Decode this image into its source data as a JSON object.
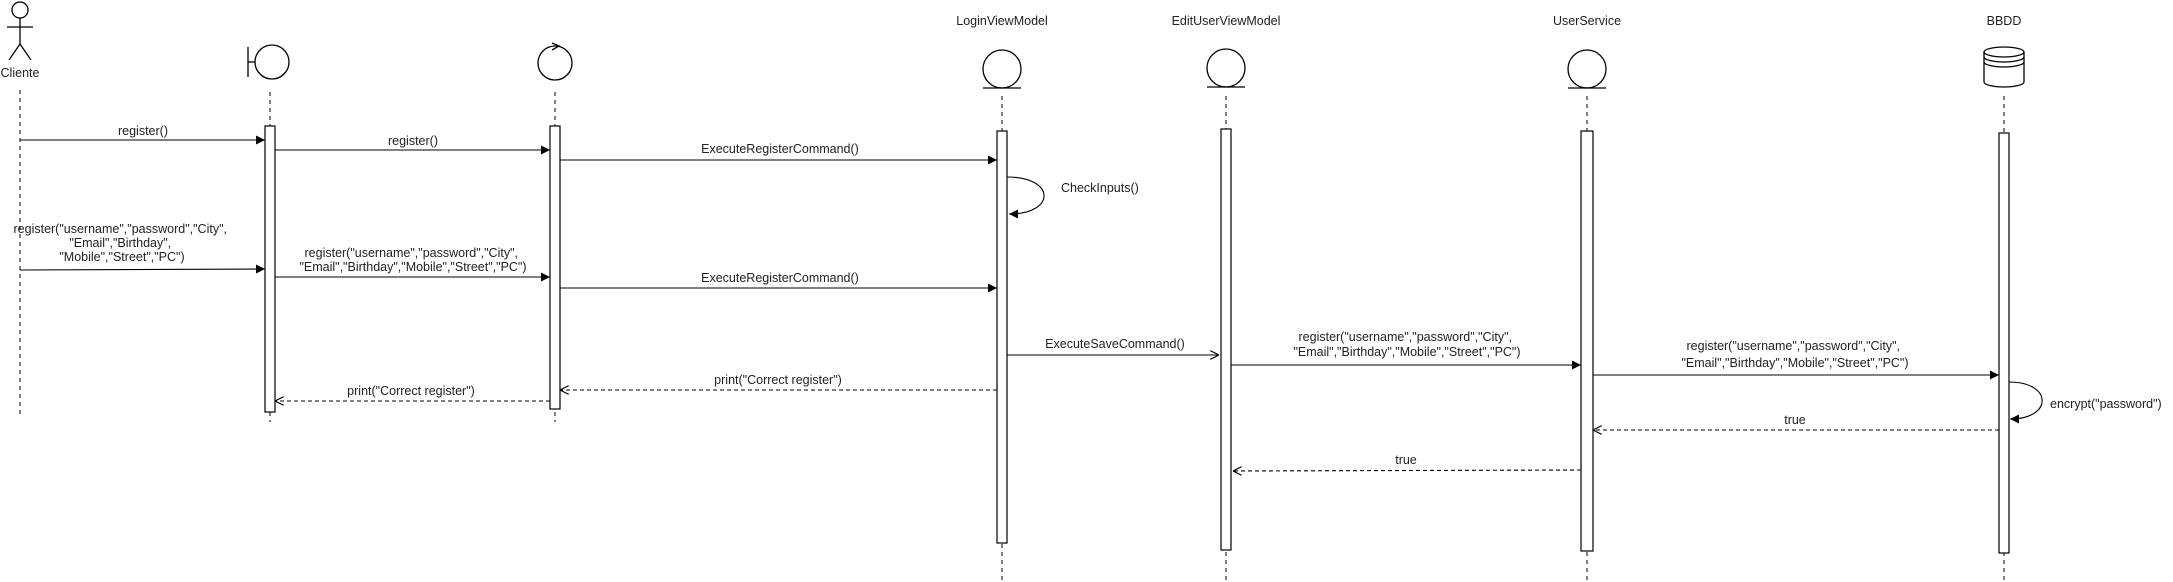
{
  "participants": [
    {
      "id": "cliente",
      "type": "actor",
      "name": "Cliente"
    },
    {
      "id": "boundary",
      "type": "boundary",
      "name": ""
    },
    {
      "id": "control",
      "type": "control",
      "name": ""
    },
    {
      "id": "loginvm",
      "type": "entity",
      "name": "LoginViewModel"
    },
    {
      "id": "edituservm",
      "type": "entity",
      "name": "EditUserViewModel"
    },
    {
      "id": "userservice",
      "type": "entity",
      "name": "UserService"
    },
    {
      "id": "bbdd",
      "type": "database",
      "name": "BBDD"
    }
  ],
  "messages": [
    {
      "id": "m1",
      "from": "cliente",
      "to": "boundary",
      "kind": "sync",
      "lines": [
        "register()"
      ]
    },
    {
      "id": "m2",
      "from": "boundary",
      "to": "control",
      "kind": "sync",
      "lines": [
        "register()"
      ]
    },
    {
      "id": "m3",
      "from": "control",
      "to": "loginvm",
      "kind": "sync",
      "lines": [
        "ExecuteRegisterCommand()"
      ]
    },
    {
      "id": "m4",
      "from": "loginvm",
      "to": "loginvm",
      "kind": "self",
      "lines": [
        "CheckInputs()"
      ]
    },
    {
      "id": "m5",
      "from": "cliente",
      "to": "boundary",
      "kind": "sync",
      "lines": [
        "register(\"username\",\"password\",\"City\",",
        "\"Email\",\"Birthday\",",
        "\"Mobile\",\"Street\",\"PC\")"
      ]
    },
    {
      "id": "m6",
      "from": "boundary",
      "to": "control",
      "kind": "sync",
      "lines": [
        "register(\"username\",\"password\",\"City\",",
        "\"Email\",\"Birthday\",\"Mobile\",\"Street\",\"PC\")"
      ]
    },
    {
      "id": "m7",
      "from": "control",
      "to": "loginvm",
      "kind": "sync",
      "lines": [
        "ExecuteRegisterCommand()"
      ]
    },
    {
      "id": "m8",
      "from": "loginvm",
      "to": "edituservm",
      "kind": "async",
      "lines": [
        "ExecuteSaveCommand()"
      ]
    },
    {
      "id": "m9",
      "from": "edituservm",
      "to": "userservice",
      "kind": "sync",
      "lines": [
        "register(\"username\",\"password\",\"City\",",
        "\"Email\",\"Birthday\",\"Mobile\",\"Street\",\"PC\")"
      ]
    },
    {
      "id": "m10",
      "from": "userservice",
      "to": "bbdd",
      "kind": "sync",
      "lines": [
        "register(\"username\",\"password\",\"City\",",
        "\"Email\",\"Birthday\",\"Mobile\",\"Street\",\"PC\")"
      ]
    },
    {
      "id": "m11",
      "from": "bbdd",
      "to": "bbdd",
      "kind": "self",
      "lines": [
        "encrypt(\"password\")"
      ]
    },
    {
      "id": "m12",
      "from": "loginvm",
      "to": "control",
      "kind": "reply",
      "lines": [
        "print(\"Correct register\")"
      ]
    },
    {
      "id": "m13",
      "from": "control",
      "to": "boundary",
      "kind": "reply",
      "lines": [
        "print(\"Correct register\")"
      ]
    },
    {
      "id": "m14",
      "from": "bbdd",
      "to": "userservice",
      "kind": "reply",
      "lines": [
        "true"
      ]
    },
    {
      "id": "m15",
      "from": "userservice",
      "to": "edituservm",
      "kind": "reply",
      "lines": [
        "true"
      ]
    }
  ]
}
